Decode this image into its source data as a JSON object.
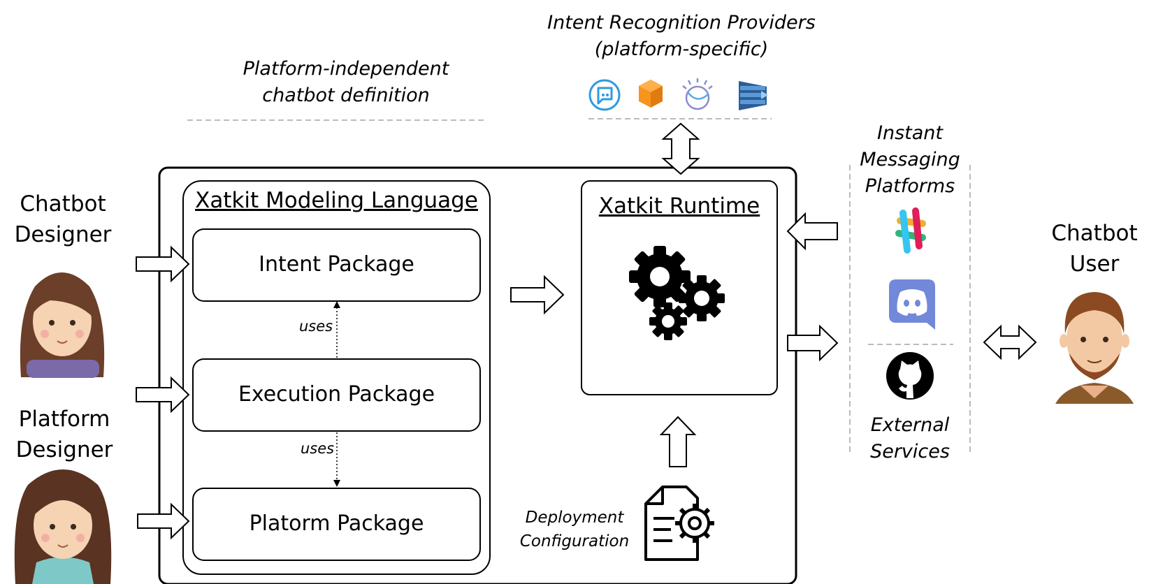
{
  "actors": {
    "chatbot_designer": "Chatbot\nDesigner",
    "platform_designer": "Platform\nDesigner",
    "chatbot_user": "Chatbot\nUser"
  },
  "captions": {
    "platform_independent": "Platform-independent\nchatbot definition",
    "intent_providers": "Intent Recognition Providers\n(platform-specific)",
    "messaging_platforms": "Instant\nMessaging\nPlatforms",
    "external_services": "External\nServices",
    "deployment": "Deployment\nConfiguration"
  },
  "modeling_language": {
    "title": "Xatkit Modeling Language",
    "packages": [
      "Intent Package",
      "Execution Package",
      "Platorm Package"
    ],
    "uses_label": "uses"
  },
  "runtime": {
    "title": "Xatkit Runtime"
  },
  "icons": {
    "providers": [
      "dialogflow-icon",
      "orange-cube-icon",
      "ibm-watson-icon",
      "amazon-lex-icon"
    ],
    "platforms": [
      "slack-icon",
      "discord-icon"
    ],
    "services": [
      "github-icon"
    ],
    "other": [
      "gears-icon",
      "deployment-config-icon",
      "female-avatar-icon",
      "girl-avatar-icon",
      "male-avatar-icon"
    ]
  },
  "colors": {
    "dialogflow": "#2f9ae0",
    "orange_cube": "#f7941d",
    "amazon_lex": "#3e7bc4",
    "discord": "#7289da",
    "slack": [
      "#36c5f0",
      "#2eb67d",
      "#ecb22e",
      "#e01e5a"
    ]
  }
}
